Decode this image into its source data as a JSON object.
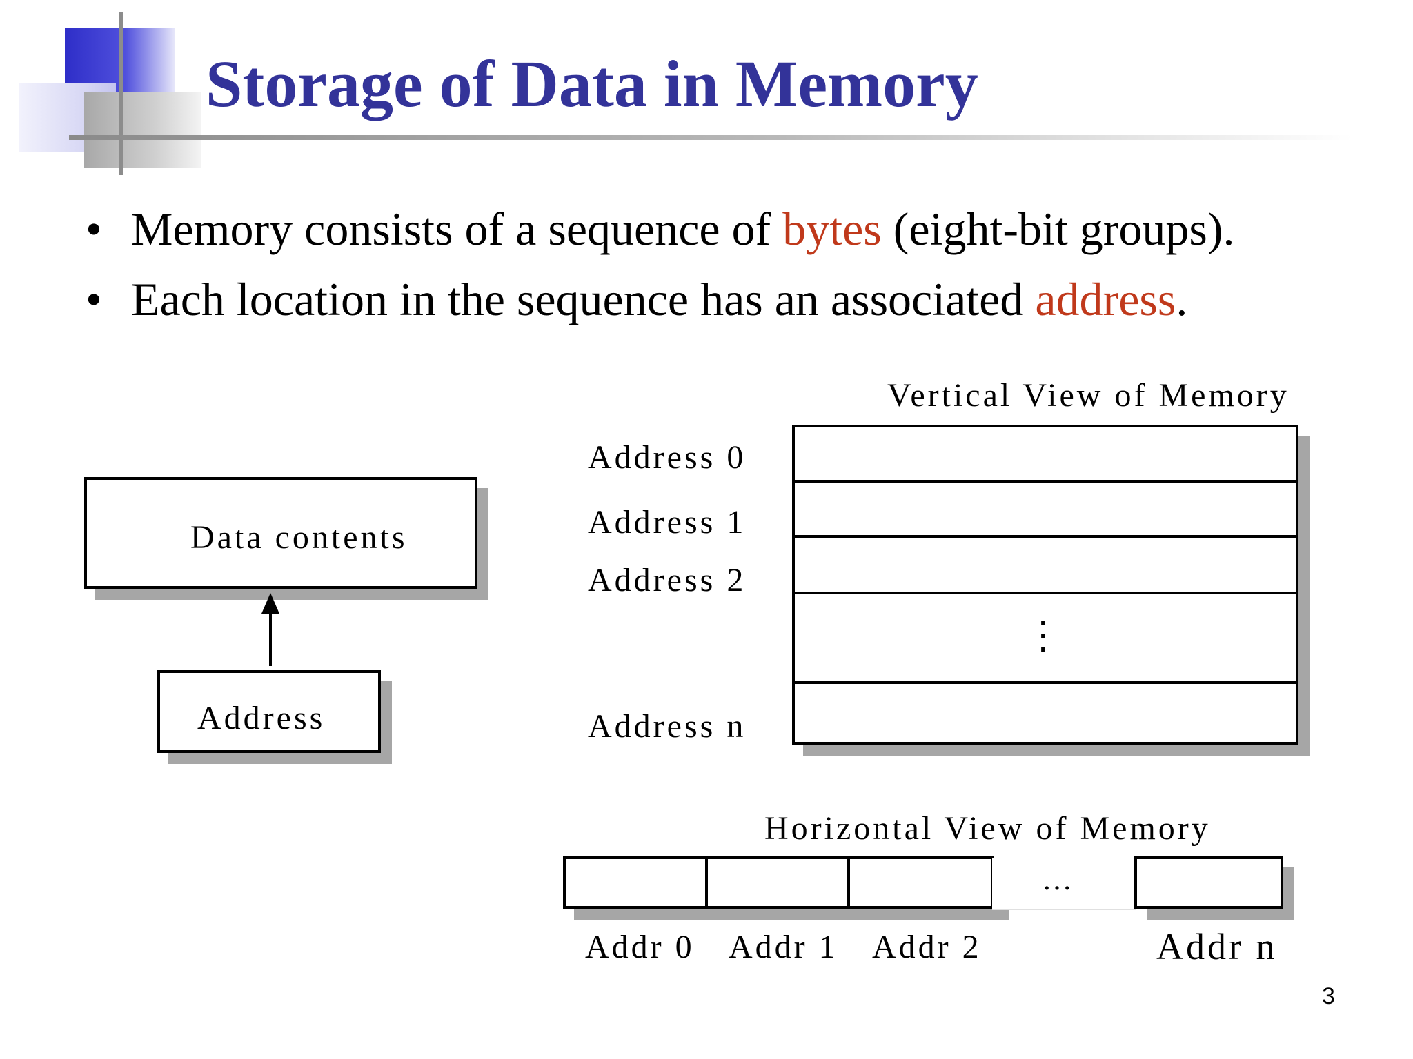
{
  "slide": {
    "title": "Storage of Data in Memory",
    "bullets": [
      {
        "before": "Memory consists of a sequence of ",
        "highlight": "bytes",
        "after": " (eight-bit groups)."
      },
      {
        "before": "Each location in the sequence has an associated ",
        "highlight": "address",
        "after": "."
      }
    ],
    "page_number": "3"
  },
  "diagram": {
    "data_contents_label": "Data contents",
    "address_label": "Address",
    "vertical_view": {
      "title": "Vertical View of Memory",
      "address_labels": [
        "Address 0",
        "Address 1",
        "Address 2",
        "Address n"
      ],
      "ellipsis": "⋮"
    },
    "horizontal_view": {
      "title": "Horizontal View of Memory",
      "addr_labels": [
        "Addr 0",
        "Addr 1",
        "Addr 2",
        "Addr n"
      ],
      "ellipsis": "…"
    }
  },
  "colors": {
    "title": "#333399",
    "highlight": "#c0391b",
    "deco_blue": "#3333cc",
    "shadow": "#a6a6a6"
  }
}
